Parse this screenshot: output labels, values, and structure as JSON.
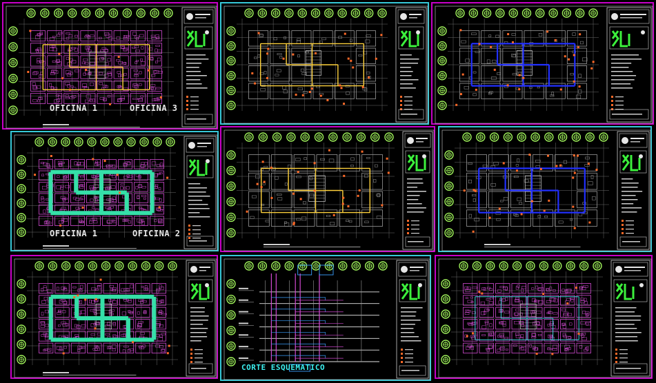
{
  "colors": {
    "sheet_border": "#c800c8",
    "sheet_border_alt": "#36c8d8",
    "tree": "#9ef05a",
    "wall": "#9a9a9a",
    "pipe_yellow": "#ffd23c",
    "pipe_cyan": "#35e0a8",
    "pipe_blue": "#2230ff",
    "fixture": "#ff6a28",
    "magenta": "#d24ad2",
    "title_logo": "#3cf03c"
  },
  "sheets": [
    {
      "id": "s1",
      "style": "magenta-yellow",
      "labels": [
        "OFICINA 1",
        "OFICINA 3"
      ]
    },
    {
      "id": "s2",
      "style": "gray-yellow",
      "labels": []
    },
    {
      "id": "s3",
      "style": "gray-blue",
      "labels": []
    },
    {
      "id": "s4",
      "style": "magenta-cyan",
      "labels": [
        "OFICINA 1",
        "OFICINA 2"
      ]
    },
    {
      "id": "s5",
      "style": "gray-yellow",
      "labels": []
    },
    {
      "id": "s6",
      "style": "gray-blue",
      "labels": []
    },
    {
      "id": "s7",
      "style": "magenta-cyan",
      "labels": []
    },
    {
      "id": "s8",
      "style": "section",
      "labels": [
        "CORTE ESQUEMATICO"
      ]
    },
    {
      "id": "s9",
      "style": "magenta-plan",
      "labels": []
    }
  ]
}
